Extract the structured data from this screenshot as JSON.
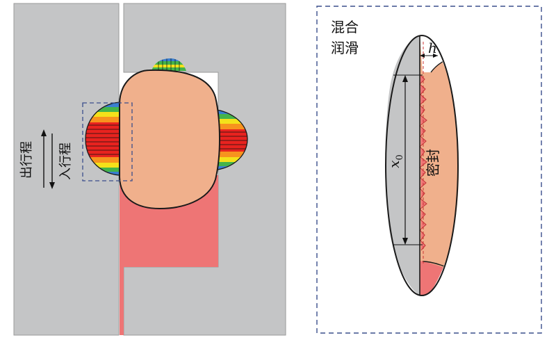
{
  "labels": {
    "stroke_out": "出行程",
    "stroke_in": "入行程",
    "mixed_lubrication_line1": "混合",
    "mixed_lubrication_line2": "润滑",
    "seal": "密封",
    "x0_symbol": "x",
    "x0_subscript": "0",
    "h_symbol": "h"
  },
  "colors": {
    "housing_gray": "#c4c5c6",
    "rod_pink": "#ee7575",
    "seal_peach": "#f0b08c",
    "outline": "#1a1a1a",
    "zoom_box": "#3a4e8c",
    "contour_red": "#e8231f",
    "contour_orange": "#f7931e",
    "contour_yellow": "#f4e11a",
    "contour_green": "#44b34a",
    "contour_blue": "#3a7fd0"
  }
}
